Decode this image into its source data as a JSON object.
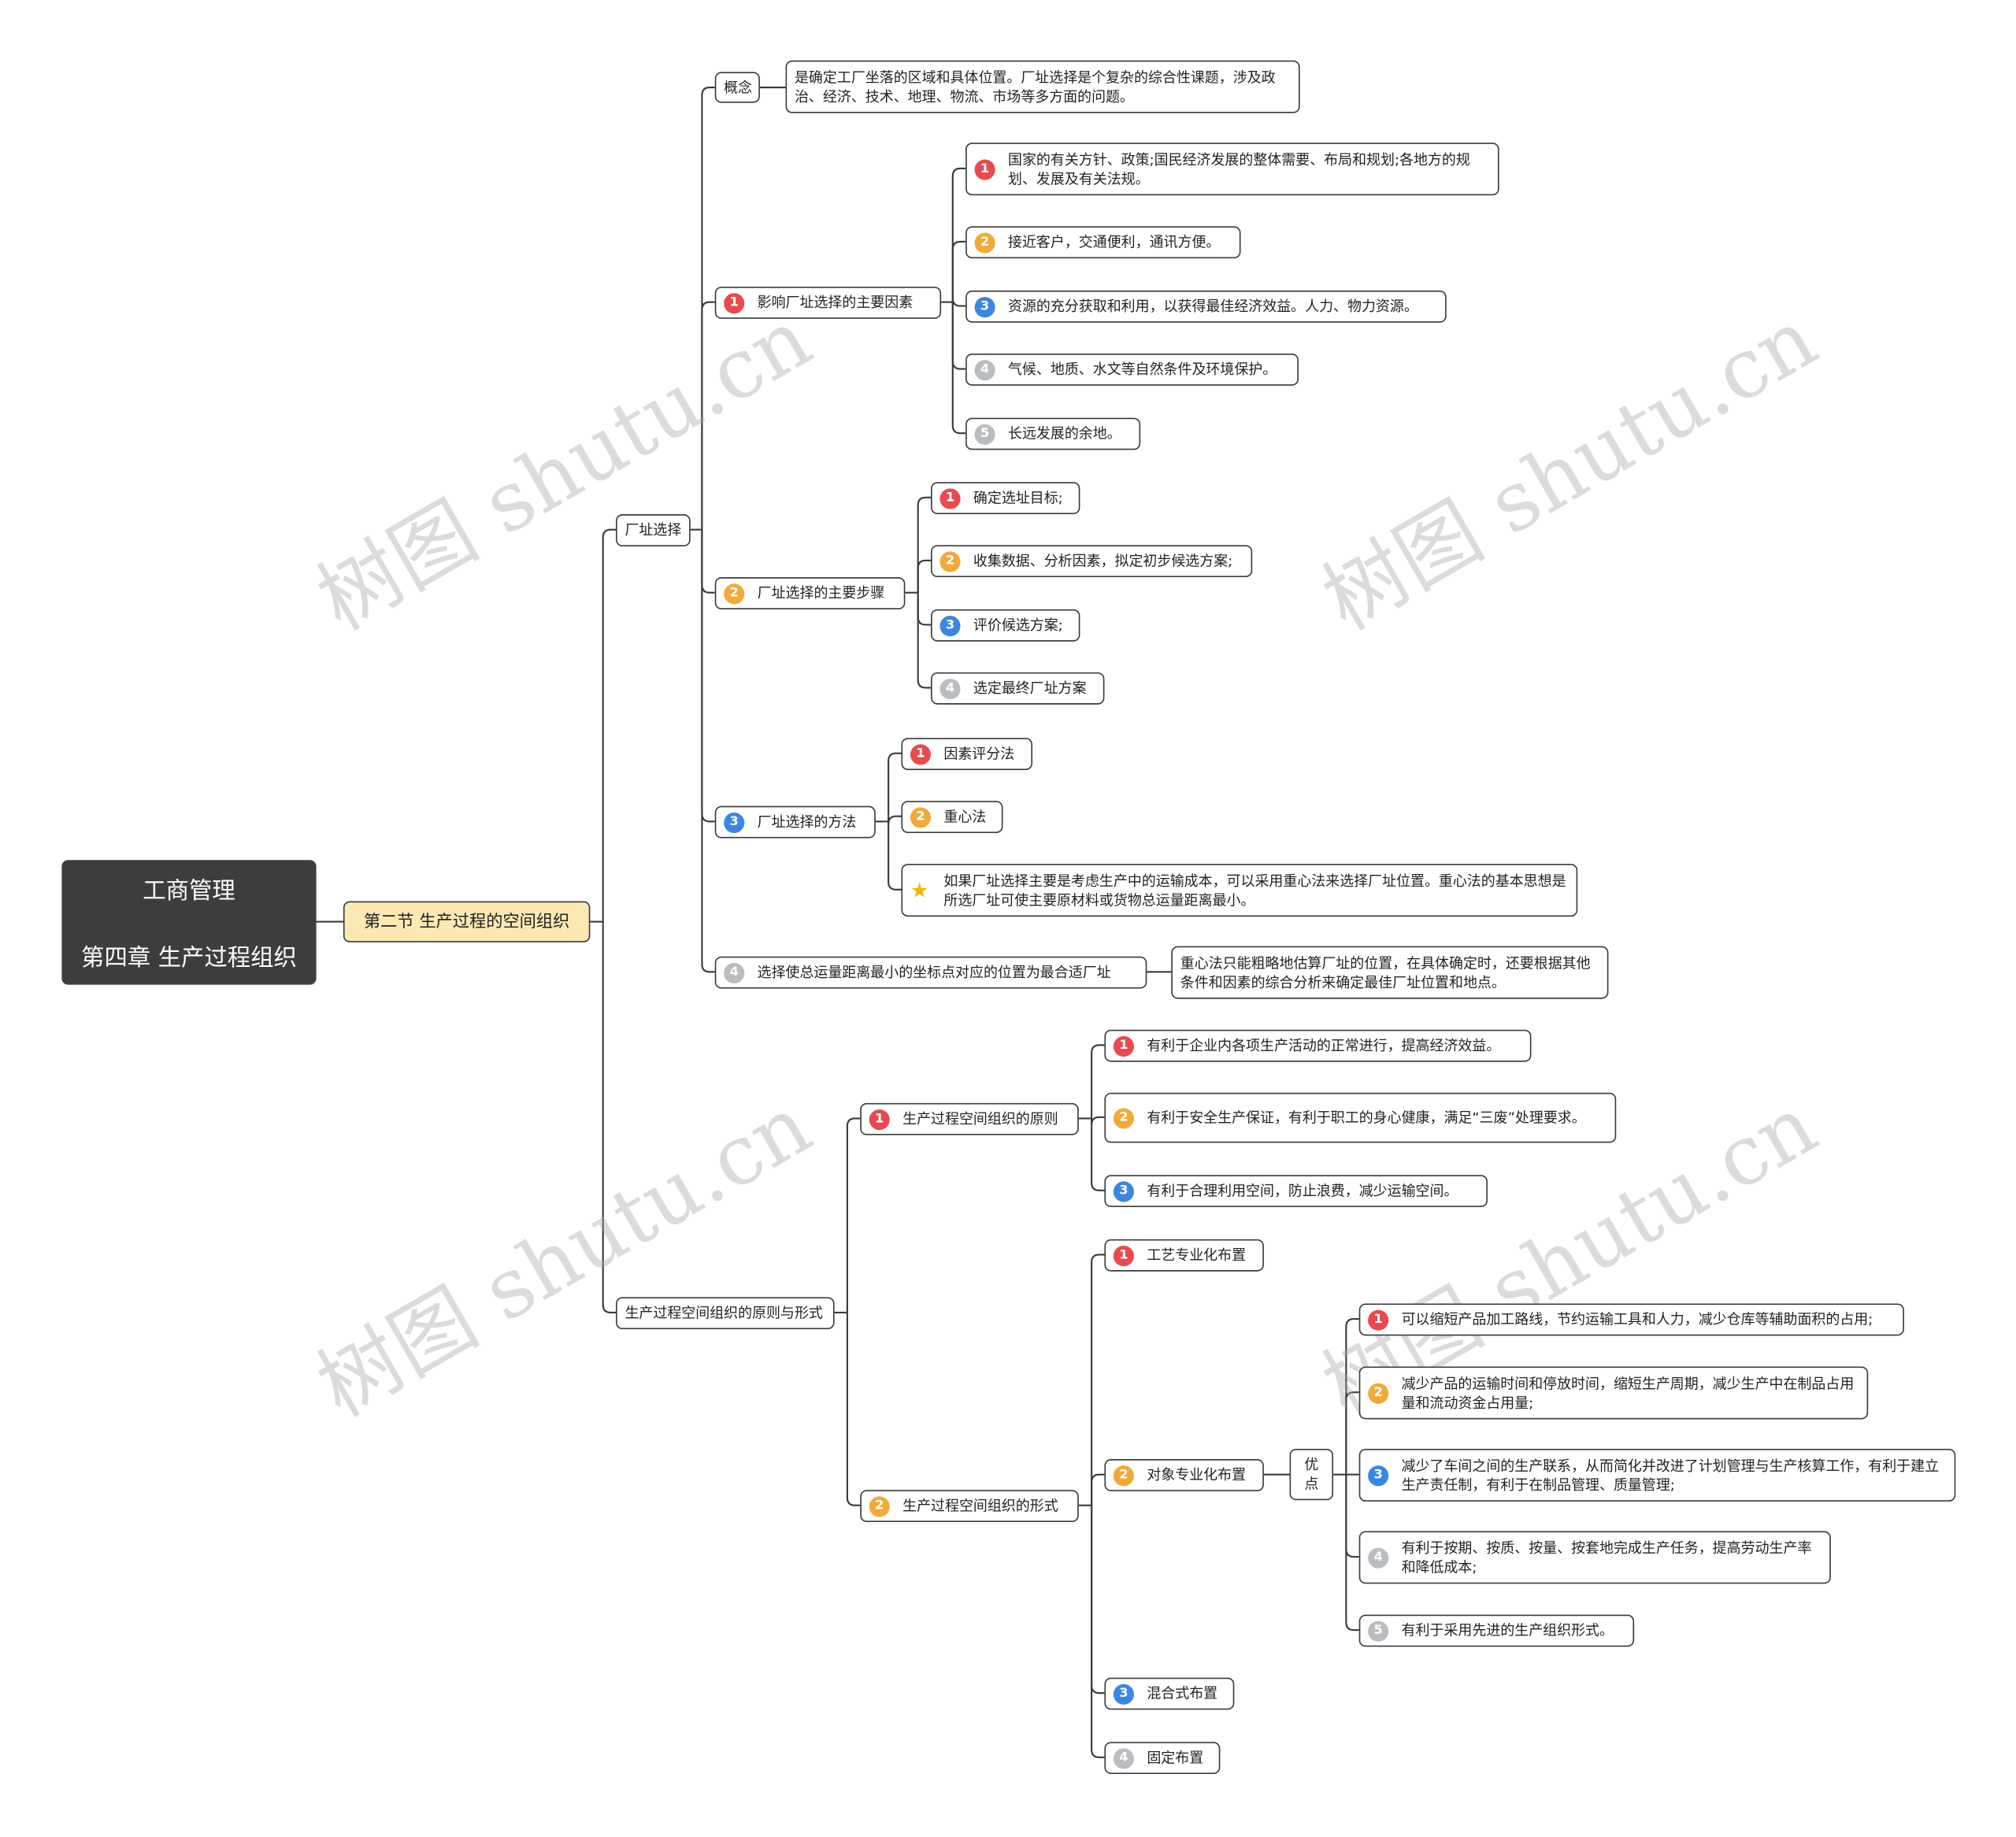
{
  "root": {
    "line1": "工商管理",
    "line2": "第四章 生产过程组织"
  },
  "section": "第二节 生产过程的空间组织",
  "site": {
    "label": "厂址选择",
    "concept": {
      "label": "概念",
      "text": "是确定工厂坐落的区域和具体位置。厂址选择是个复杂的综合性课题，涉及政治、经济、技术、地理、物流、市场等多方面的问题。"
    },
    "factors": {
      "badge": "1",
      "label": "影响厂址选择的主要因素",
      "items": [
        {
          "badge": "1",
          "text": "国家的有关方针、政策;国民经济发展的整体需要、布局和规划;各地方的规划、发展及有关法规。"
        },
        {
          "badge": "2",
          "text": "接近客户，交通便利，通讯方便。"
        },
        {
          "badge": "3",
          "text": "资源的充分获取和利用，以获得最佳经济效益。人力、物力资源。"
        },
        {
          "badge": "4",
          "text": "气候、地质、水文等自然条件及环境保护。"
        },
        {
          "badge": "5",
          "text": "长远发展的余地。"
        }
      ]
    },
    "steps": {
      "badge": "2",
      "label": "厂址选择的主要步骤",
      "items": [
        {
          "badge": "1",
          "text": "确定选址目标;"
        },
        {
          "badge": "2",
          "text": "收集数据、分析因素，拟定初步候选方案;"
        },
        {
          "badge": "3",
          "text": "评价候选方案;"
        },
        {
          "badge": "4",
          "text": "选定最终厂址方案"
        }
      ]
    },
    "methods": {
      "badge": "3",
      "label": "厂址选择的方法",
      "items": [
        {
          "badge": "1",
          "text": "因素评分法"
        },
        {
          "badge": "2",
          "text": "重心法"
        }
      ],
      "note": "如果厂址选择主要是考虑生产中的运输成本，可以采用重心法来选择厂址位置。重心法的基本思想是所选厂址可使主要原材料或货物总运量距离最小。"
    },
    "coord": {
      "badge": "4",
      "label": "选择使总运量距离最小的坐标点对应的位置为最合适厂址",
      "note": "重心法只能粗略地估算厂址的位置，在具体确定时，还要根据其他条件和因素的综合分析来确定最佳厂址位置和地点。"
    }
  },
  "space": {
    "label": "生产过程空间组织的原则与形式",
    "principles": {
      "badge": "1",
      "label": "生产过程空间组织的原则",
      "items": [
        {
          "badge": "1",
          "text": "有利于企业内各项生产活动的正常进行，提高经济效益。"
        },
        {
          "badge": "2",
          "text": "有利于安全生产保证，有利于职工的身心健康，满足“三废”处理要求。"
        },
        {
          "badge": "3",
          "text": "有利于合理利用空间，防止浪费，减少运输空间。"
        }
      ]
    },
    "forms": {
      "badge": "2",
      "label": "生产过程空间组织的形式",
      "craft": {
        "badge": "1",
        "label": "工艺专业化布置"
      },
      "object": {
        "badge": "2",
        "label": "对象专业化布置",
        "adv_label": "优点",
        "items": [
          {
            "badge": "1",
            "text": "可以缩短产品加工路线，节约运输工具和人力，减少仓库等辅助面积的占用;"
          },
          {
            "badge": "2",
            "text": "减少产品的运输时间和停放时间，缩短生产周期，减少生产中在制品占用量和流动资金占用量;"
          },
          {
            "badge": "3",
            "text": "减少了车间之间的生产联系，从而简化并改进了计划管理与生产核算工作，有利于建立生产责任制，有利于在制品管理、质量管理;"
          },
          {
            "badge": "4",
            "text": "有利于按期、按质、按量、按套地完成生产任务，提高劳动生产率和降低成本;"
          },
          {
            "badge": "5",
            "text": "有利于采用先进的生产组织形式。"
          }
        ]
      },
      "mixed": {
        "badge": "3",
        "label": "混合式布置"
      },
      "fixed": {
        "badge": "4",
        "label": "固定布置"
      }
    }
  },
  "watermark": "树图 shutu.cn",
  "colors": {
    "red": "#e84a4f",
    "orange": "#f2a93b",
    "blue": "#3b86e0",
    "gray": "#b9bcc0",
    "root": "#3d3d3d",
    "section": "#fbe8b2"
  }
}
